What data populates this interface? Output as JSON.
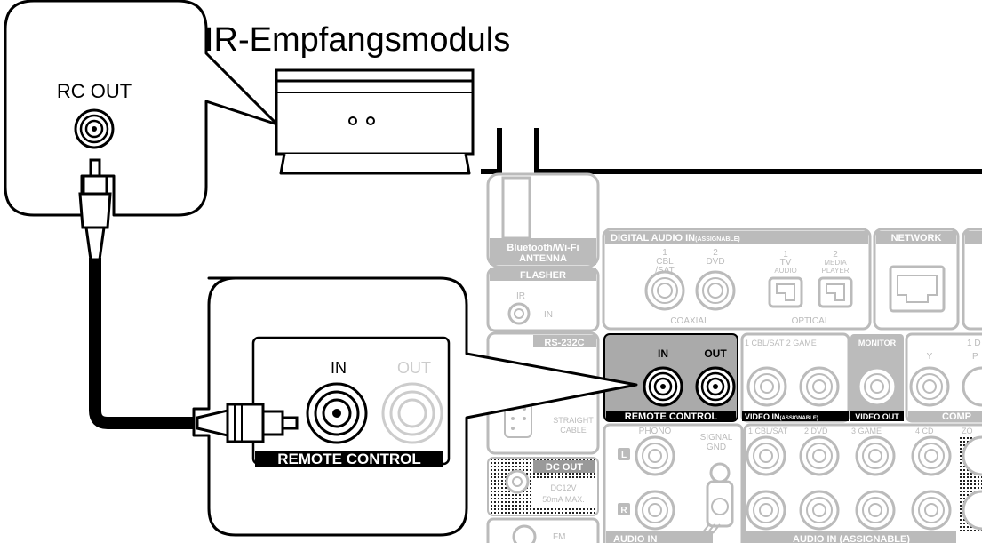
{
  "title": "IR-Empfangsmoduls",
  "callout_rc_out": "RC OUT",
  "zoom_box": {
    "in": "IN",
    "out": "OUT",
    "remote_control": "REMOTE CONTROL"
  },
  "panel": {
    "bt_antenna_1": "Bluetooth/Wi-Fi",
    "bt_antenna_2": "ANTENNA",
    "flasher": "FLASHER",
    "flasher_ir": "IR",
    "flasher_in": "IN",
    "rs232c": "RS-232C",
    "straight": "STRAIGHT",
    "cable": "CABLE",
    "dc_out": "DC OUT",
    "dc_12v": "DC12V",
    "dc_ma": "50mA MAX.",
    "digital_audio_in": "DIGITAL AUDIO IN",
    "assignable": "(ASSIGNABLE)",
    "coax_1_num": "1",
    "coax_1_a": "CBL",
    "coax_1_b": "/SAT",
    "coax_2_num": "2",
    "coax_2_a": "DVD",
    "opt_1_num": "1",
    "opt_1_a": "TV",
    "opt_1_b": "AUDIO",
    "opt_2_num": "2",
    "opt_2_a": "MEDIA",
    "opt_2_b": "PLAYER",
    "coaxial": "COAXIAL",
    "optical": "OPTICAL",
    "network": "NETWORK",
    "rc_in": "IN",
    "rc_out": "OUT",
    "remote_control": "REMOTE CONTROL",
    "video_top": "1 CBL/SAT  2 GAME",
    "monitor": "MONITOR",
    "video_in": "VIDEO IN",
    "video_assign": "(ASSIGNABLE)",
    "video_out": "VIDEO OUT",
    "comp_y": "Y",
    "comp_1d": "1 D",
    "comp_pb": "P",
    "comp": "COMP",
    "phono": "PHONO",
    "signal": "SIGNAL",
    "gnd": "GND",
    "phono_l": "L",
    "phono_r": "R",
    "audio_in_left": "AUDIO IN",
    "ain_1": "1 CBL/SAT",
    "ain_2": "2 DVD",
    "ain_3": "3 GAME",
    "ain_4": "4 CD",
    "ain_zo": "ZO",
    "audio_in_assign": "AUDIO IN (ASSIGNABLE)",
    "fm": "FM"
  }
}
